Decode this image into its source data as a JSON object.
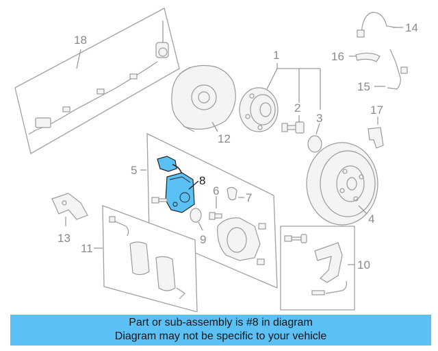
{
  "callouts": {
    "c1": "1",
    "c2": "2",
    "c3": "3",
    "c4": "4",
    "c5": "5",
    "c6": "6",
    "c7": "7",
    "c8": "8",
    "c9": "9",
    "c10": "10",
    "c11": "11",
    "c12": "12",
    "c13": "13",
    "c14": "14",
    "c15": "15",
    "c16": "16",
    "c17": "17",
    "c18": "18"
  },
  "highlight": {
    "part": "8",
    "color": "#5bc0f3"
  },
  "banner": {
    "line1": "Part or sub-assembly is #8 in diagram",
    "line2": "Diagram may not be specific to your vehicle",
    "color": "#5bc0f3"
  }
}
